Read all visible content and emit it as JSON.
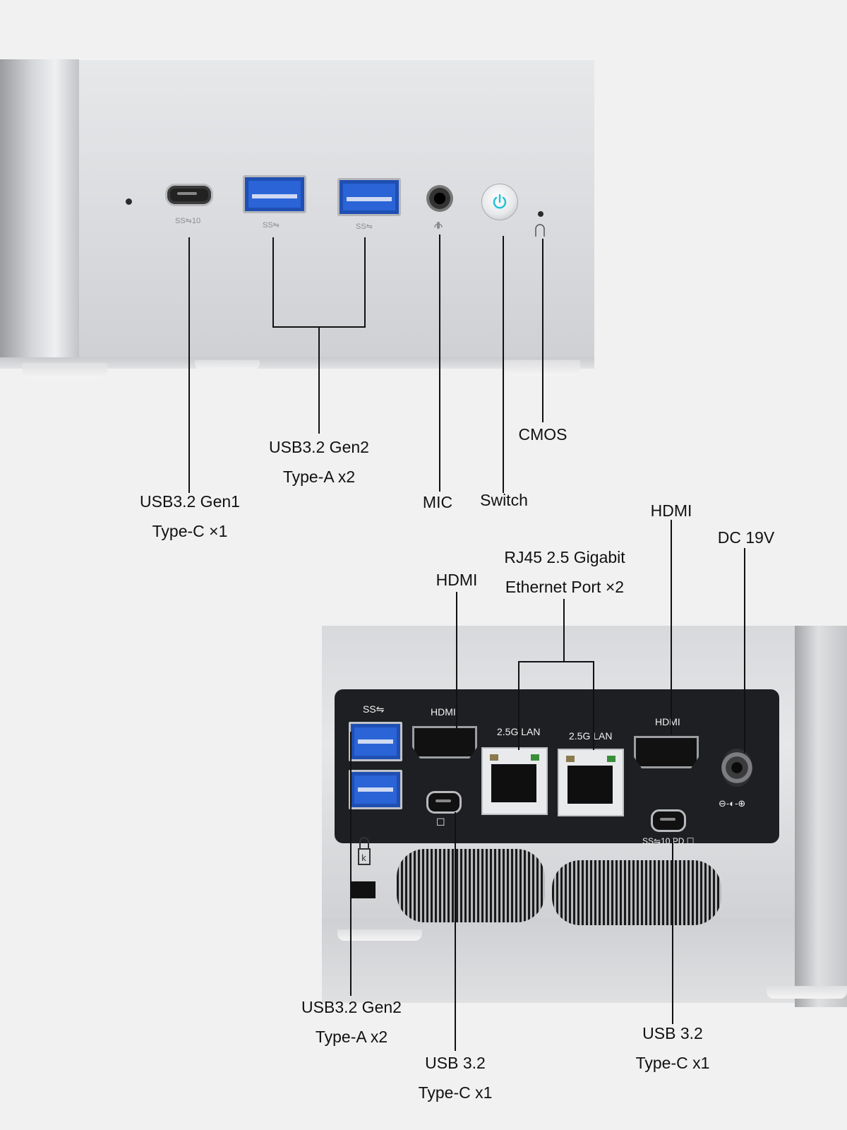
{
  "front_panel": {
    "callouts": {
      "usb_c_gen1": {
        "line1": "USB3.2 Gen1",
        "line2": "Type-C ×1"
      },
      "usb_a_gen2": {
        "line1": "USB3.2 Gen2",
        "line2": "Type-A x2"
      },
      "mic": {
        "label": "MIC"
      },
      "switch": {
        "label": "Switch"
      },
      "cmos": {
        "label": "CMOS"
      }
    },
    "port_glyphs": {
      "ss10": "SS⇋10",
      "ss": "SS⇋"
    }
  },
  "rear_panel": {
    "callouts": {
      "hdmi_left": {
        "label": "HDMI"
      },
      "rj45": {
        "line1": "RJ45  2.5 Gigabit",
        "line2": "Ethernet Port ×2"
      },
      "hdmi_right": {
        "label": "HDMI"
      },
      "dc": {
        "label": "DC 19V"
      },
      "usb_a_gen2": {
        "line1": "USB3.2 Gen2",
        "line2": "Type-A x2"
      },
      "usb_c_left": {
        "line1": "USB 3.2",
        "line2": "Type-C x1"
      },
      "usb_c_right": {
        "line1": "USB 3.2",
        "line2": "Type-C x1"
      }
    },
    "printed": {
      "usb_ss": "SS⇋",
      "hdmi1": "HDMI",
      "lan1": "2.5G LAN",
      "lan2": "2.5G LAN",
      "hdmi2": "HDMI",
      "usbc_pd": "SS⇋10 PD ☐",
      "display": "☐",
      "dc_polarity": "⊖-◐-⊕"
    }
  },
  "colors": {
    "usb_blue": "#2a64d6",
    "lan_led_green": "#3a8e3a",
    "power_led": "#23c2d9"
  }
}
